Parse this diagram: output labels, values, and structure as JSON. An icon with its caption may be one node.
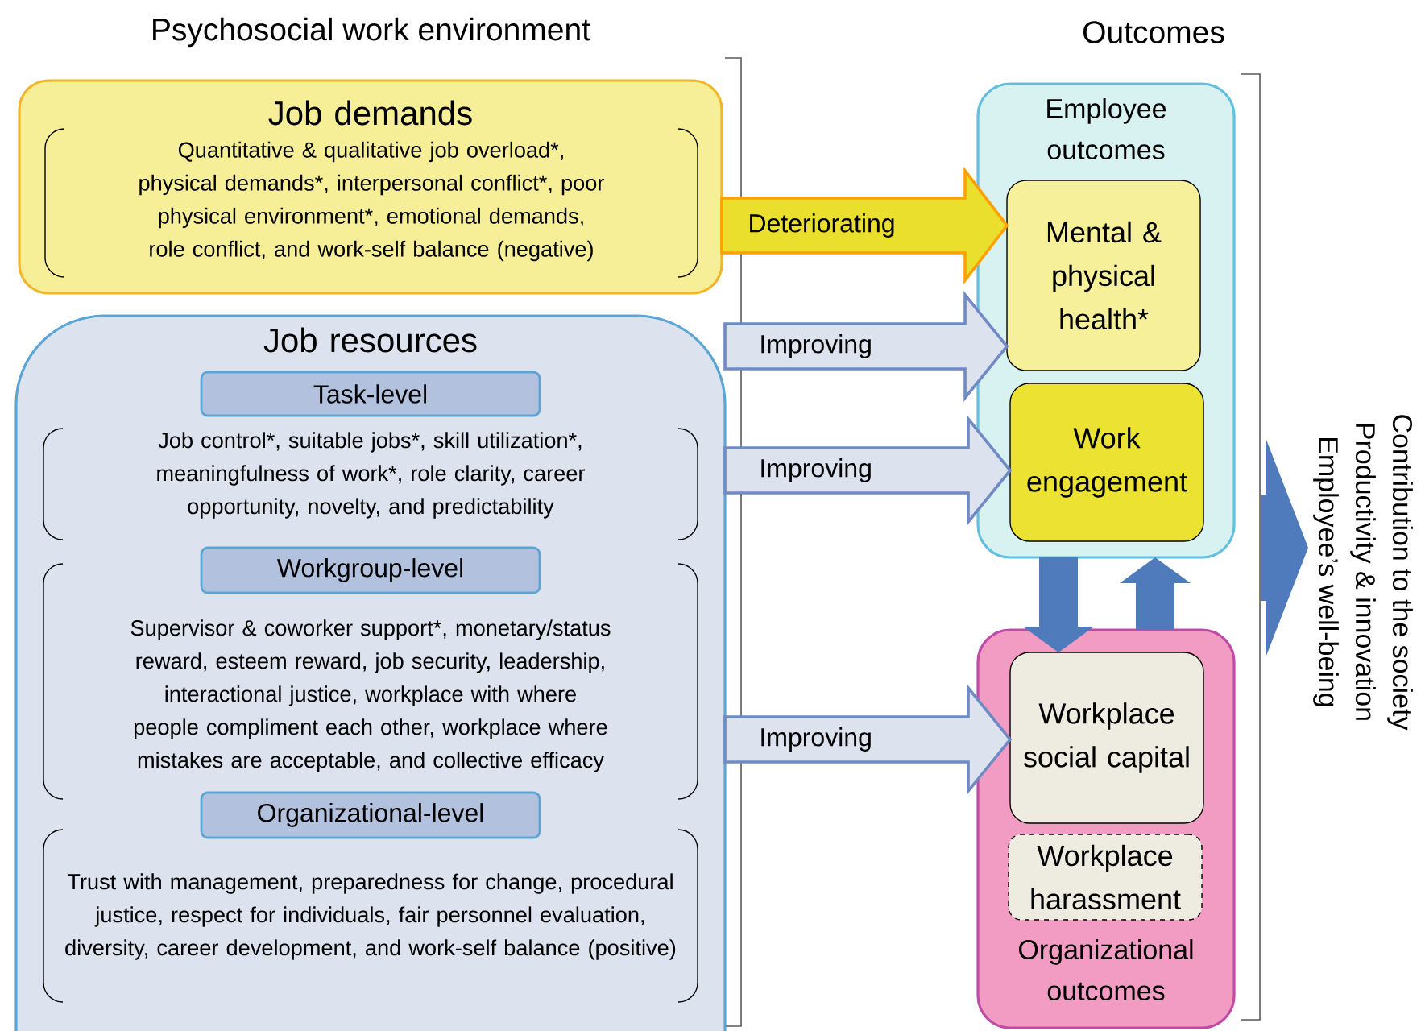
{
  "diagram": {
    "nodes": [
      {
        "text": [
          "Job demands"
        ]
      },
      {
        "text": [
          "Quantitative & qualitative job overload*, physical demands*, interpersonal conflict*, poor physical environment*, emotional demands, role conflict, and work-self balance (negative)"
        ],
        "in": 0
      },
      {
        "text": [
          "Job resources"
        ]
      },
      {
        "text": [
          "Task-level"
        ],
        "in": 2
      },
      {
        "text": [
          "Job control*, suitable jobs*, skill utilization*, meaningfulness of work*, role clarity, career opportunity, novelty, and predictability"
        ],
        "in": 2
      },
      {
        "text": [
          "Workgroup-level"
        ],
        "in": 2
      },
      {
        "text": [
          "Supervisor & coworker support*, monetary/status reward, esteem reward, job security, leadership, interactional justice, workplace with where people compliment each other, workplace where mistakes are acceptable, and collective efficacy"
        ],
        "in": 2
      },
      {
        "text": [
          "Organizational-level"
        ],
        "in": 2
      },
      {
        "text": [
          "Trust with management, preparedness for change, procedural justice, respect for individuals, fair personnel evaluation, diversity, career development, and work-self balance (positive)"
        ],
        "in": 2
      },
      {
        "text": [
          "Employee outcomes"
        ]
      },
      {
        "text": [
          "Mental & physical health*"
        ],
        "in": 9
      },
      {
        "text": [
          "Work engagement"
        ],
        "in": 9
      },
      {
        "text": [
          "Organizational outcomes"
        ]
      },
      {
        "text": [
          "Workplace social capital"
        ],
        "in": 12
      },
      {
        "text": [
          "Workplace harassment"
        ],
        "in": 12
      },
      {
        "text": [
          "Contribution to the society",
          "Productivity & innovation",
          "Employee’s well-being"
        ]
      }
    ],
    "edges": [
      {
        "from": 0,
        "to": 10,
        "arrow": "to",
        "label": "Deteriorating",
        "color": "#ebdf2e"
      },
      {
        "from": 2,
        "to": 10,
        "arrow": "to",
        "label": "Improving"
      },
      {
        "from": 2,
        "to": 11,
        "arrow": "to",
        "label": "Improving"
      },
      {
        "from": 2,
        "to": 13,
        "arrow": "to",
        "label": "Improving"
      },
      {
        "from": 9,
        "to": 13,
        "arrow": "to",
        "style": "thick"
      },
      {
        "from": 12,
        "to": 9,
        "arrow": "to",
        "style": "thick"
      },
      {
        "from": null,
        "to": 15,
        "arrow": "to",
        "style": "thick"
      }
    ],
    "labels": [
      "Psychosocial work environment",
      "Outcomes"
    ]
  }
}
